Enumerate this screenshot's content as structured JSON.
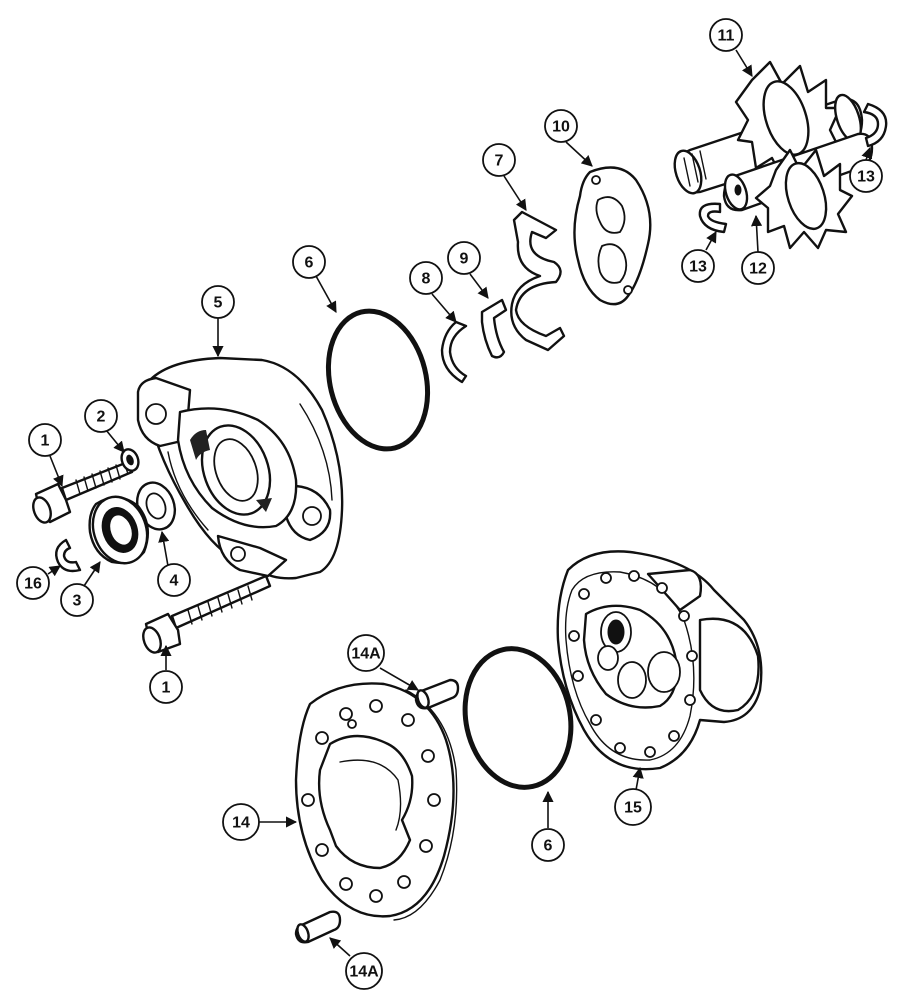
{
  "callouts": [
    {
      "id": "c1a",
      "label": "1"
    },
    {
      "id": "c2",
      "label": "2"
    },
    {
      "id": "c3",
      "label": "3"
    },
    {
      "id": "c4",
      "label": "4"
    },
    {
      "id": "c5",
      "label": "5"
    },
    {
      "id": "c6a",
      "label": "6"
    },
    {
      "id": "c7",
      "label": "7"
    },
    {
      "id": "c8",
      "label": "8"
    },
    {
      "id": "c9",
      "label": "9"
    },
    {
      "id": "c10",
      "label": "10"
    },
    {
      "id": "c11",
      "label": "11"
    },
    {
      "id": "c12",
      "label": "12"
    },
    {
      "id": "c13a",
      "label": "13"
    },
    {
      "id": "c13b",
      "label": "13"
    },
    {
      "id": "c16",
      "label": "16"
    },
    {
      "id": "c1b",
      "label": "1"
    },
    {
      "id": "c14a1",
      "label": "14A"
    },
    {
      "id": "c14",
      "label": "14"
    },
    {
      "id": "c6b",
      "label": "6"
    },
    {
      "id": "c15",
      "label": "15"
    },
    {
      "id": "c14a2",
      "label": "14A"
    }
  ]
}
